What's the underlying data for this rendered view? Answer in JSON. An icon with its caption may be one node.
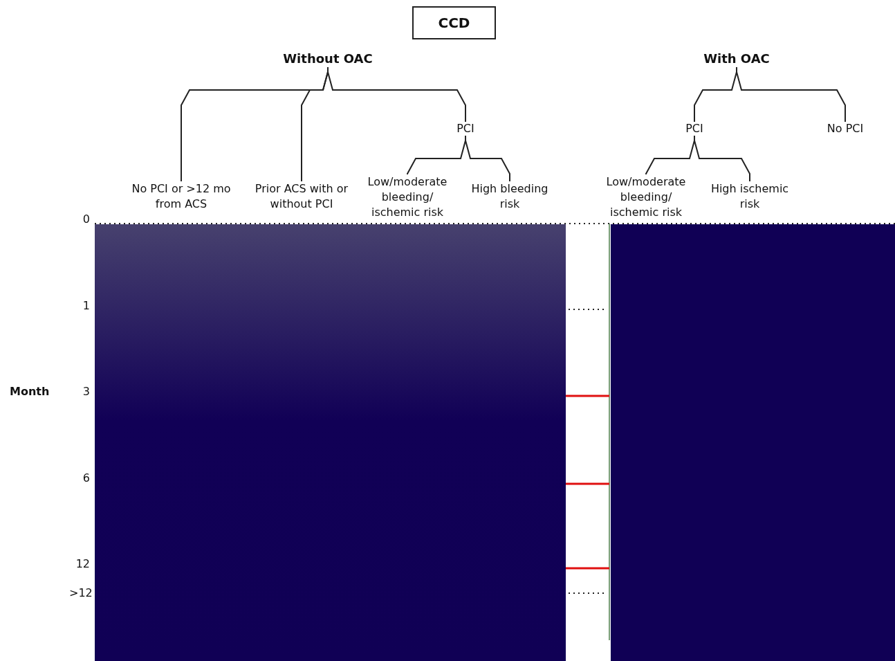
{
  "diagram": {
    "nodes": [
      {
        "text": [
          "CCD"
        ]
      },
      {
        "text": [
          "Without OAC"
        ]
      },
      {
        "text": [
          "With OAC"
        ]
      },
      {
        "text": [
          "No PCI or >12 mo from ACS"
        ]
      },
      {
        "text": [
          "Prior ACS with or without PCI"
        ]
      },
      {
        "text": [
          "PCI"
        ]
      },
      {
        "text": [
          "Low/moderate bleeding/ ischemic risk"
        ]
      },
      {
        "text": [
          "High bleeding risk"
        ]
      },
      {
        "text": [
          "PCI"
        ]
      },
      {
        "text": [
          "No PCI"
        ]
      },
      {
        "text": [
          "Low/moderate bleeding/ ischemic risk"
        ]
      },
      {
        "text": [
          "High ischemic risk"
        ]
      }
    ],
    "edges": [
      {
        "from": 1,
        "to": 3,
        "arrow": "none"
      },
      {
        "from": 1,
        "to": 4,
        "arrow": "none"
      },
      {
        "from": 1,
        "to": 5,
        "arrow": "none"
      },
      {
        "from": 2,
        "to": 8,
        "arrow": "none"
      },
      {
        "from": 2,
        "to": 9,
        "arrow": "none"
      },
      {
        "from": 5,
        "to": 6,
        "arrow": "none"
      },
      {
        "from": 5,
        "to": 7,
        "arrow": "none"
      },
      {
        "from": 8,
        "to": 10,
        "arrow": "none"
      },
      {
        "from": 8,
        "to": 11,
        "arrow": "none"
      }
    ],
    "labels": [
      "0",
      "1",
      "Month",
      "3",
      "6",
      "12",
      ">12"
    ]
  }
}
